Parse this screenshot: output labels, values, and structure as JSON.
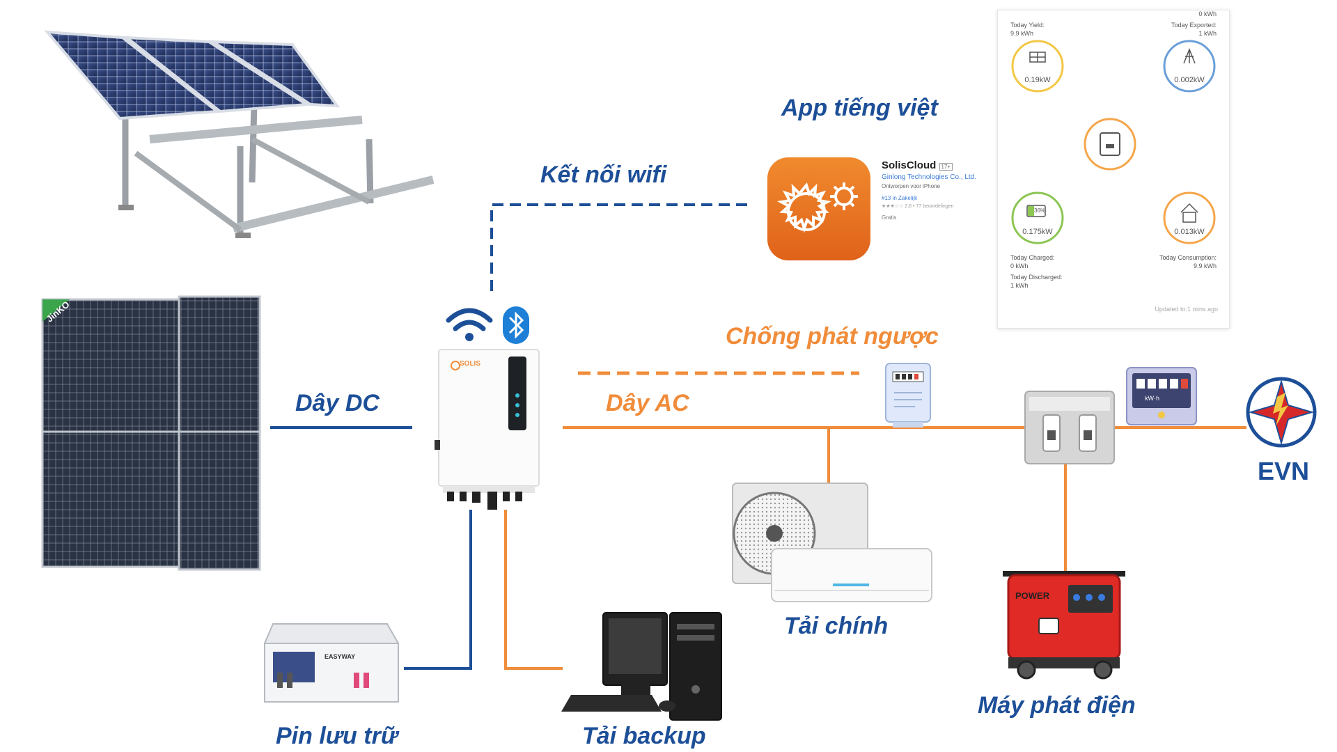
{
  "labels": {
    "app_vietnamese": "App tiếng việt",
    "wifi": "Kết nối wifi",
    "dc_wire": "Dây DC",
    "ac_wire": "Dây AC",
    "anti_export": "Chống phát ngược",
    "main_load": "Tải chính",
    "battery": "Pin lưu trữ",
    "backup_load": "Tải backup",
    "generator": "Máy phát điện",
    "grid": "EVN"
  },
  "brands": {
    "panel": "JinKO",
    "inverter": "SOLIS",
    "battery": "EASYWAY",
    "generator": "POWER",
    "meter_unit": "kW·h"
  },
  "app": {
    "name": "SolisCloud",
    "age": "17+",
    "developer": "Ginlong Technologies Co., Ltd.",
    "tagline": "Ontworpen voor iPhone",
    "rank": "#13 in Zakelijk",
    "rating": "★★★☆☆ 2,6 • 77 beoordelingen",
    "price": "Gratis"
  },
  "monitor": {
    "top_right_value": "0 kWh",
    "today_yield_label": "Today Yield:",
    "today_yield_value": "9.9 kWh",
    "today_exported_label": "Today Exported:",
    "today_exported_value": "1 kWh",
    "pv_power": "0.19kW",
    "grid_power": "0.002kW",
    "battery_soc": "36%",
    "battery_power": "0.175kW",
    "load_power": "0.013kW",
    "today_charged_label": "Today Charged:",
    "today_charged_value": "0 kWh",
    "today_discharged_label": "Today Discharged:",
    "today_discharged_value": "1 kWh",
    "today_consumption_label": "Today Consumption:",
    "today_consumption_value": "9.9 kWh",
    "updated": "Updated to:1 mins ago"
  },
  "colors": {
    "dc_blue": "#1d4f98",
    "ac_orange": "#f08c3a",
    "flow_yellow": "#f3c744",
    "flow_blue": "#6a9fd8",
    "flow_green": "#8cc653",
    "flow_orange": "#f5a64a",
    "app_icon": "#e8731e",
    "generator_red": "#e02a26",
    "evn_red": "#d62828"
  },
  "icons": [
    "solar-panel-rack-icon",
    "solar-panel-icon",
    "inverter-icon",
    "wifi-icon",
    "bluetooth-icon",
    "app-icon",
    "smart-meter-icon",
    "circuit-breaker-icon",
    "energy-meter-icon",
    "evn-logo-icon",
    "air-conditioner-icon",
    "generator-icon",
    "battery-icon",
    "desktop-computer-icon"
  ]
}
